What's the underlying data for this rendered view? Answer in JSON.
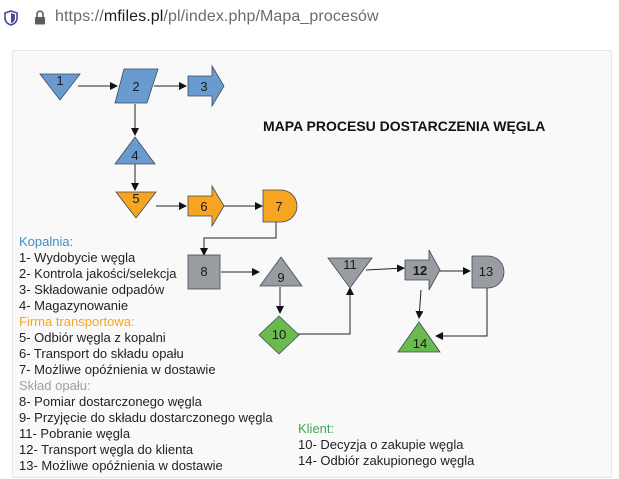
{
  "browser": {
    "url_prefix": "https://",
    "url_domain": "mfiles.pl",
    "url_path": "/pl/index.php/Mapa_procesów"
  },
  "diagram": {
    "title": "MAPA PROCESU DOSTARCZENIA WĘGLA",
    "nodes": {
      "n1": "1",
      "n2": "2",
      "n3": "3",
      "n4": "4",
      "n5": "5",
      "n6": "6",
      "n7": "7",
      "n8": "8",
      "n9": "9",
      "n10": "10",
      "n11": "11",
      "n12": "12",
      "n13": "13",
      "n14": "14"
    },
    "colors": {
      "blue": "#6a9bd0",
      "orange": "#f7a520",
      "gray": "#999da1",
      "green": "#6bba4f"
    }
  },
  "legend": {
    "mine": {
      "header": "Kopalnia:",
      "header_color": "#3b8fc6",
      "items": [
        "1- Wydobycie węgla",
        "2- Kontrola jakości/selekcja",
        "3- Składowanie odpadów",
        "4- Magazynowanie"
      ]
    },
    "transport": {
      "header": "Firma transportowa:",
      "header_color": "#f7a520",
      "items": [
        "5- Odbiór węgla z kopalni",
        "6- Transport do składu opału",
        "7- Możliwe opóźnienia w dostawie"
      ]
    },
    "warehouse": {
      "header": "Skład opału:",
      "header_color": "#a0a0a0",
      "items": [
        "8- Pomiar dostarczonego węgla",
        "9- Przyjęcie do składu dostarczonego węgla",
        "11- Pobranie węgla",
        "12- Transport węgla do klienta",
        "13- Możliwe opóźnienia w dostawie"
      ]
    },
    "client": {
      "header": "Klient:",
      "header_color": "#3aaa55",
      "items": [
        "10- Decyzja o zakupie węgla",
        "14- Odbiór zakupionego węgla"
      ]
    }
  }
}
